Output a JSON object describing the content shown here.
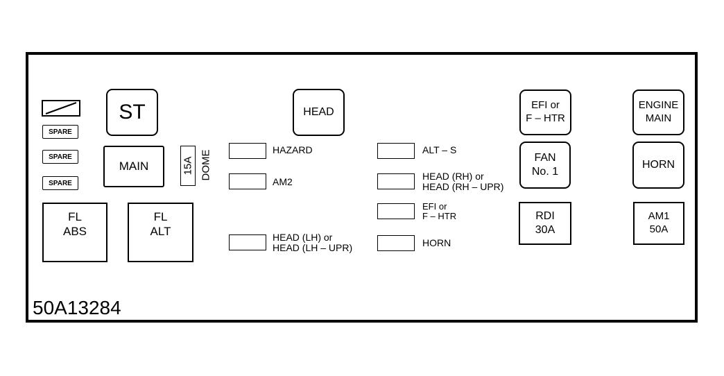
{
  "diagram_id": "50A13284",
  "relays": {
    "st": "ST",
    "main": "MAIN",
    "head": "HEAD",
    "efi_fhtr": "EFI or\nF – HTR",
    "fan_no1": "FAN\nNo. 1",
    "engine_main": "ENGINE\nMAIN",
    "horn": "HORN"
  },
  "fusible_links": {
    "fl_abs": "FL\nABS",
    "fl_alt": "FL\nALT",
    "rdi_30a": "RDI\n30A",
    "am1_50a": "AM1\n50A"
  },
  "spares": [
    "SPARE",
    "SPARE",
    "SPARE"
  ],
  "dome_fuse": {
    "rating": "15A",
    "name": "DOME"
  },
  "fuses_left": [
    "HAZARD",
    "AM2",
    "HEAD (LH) or\nHEAD (LH – UPR)"
  ],
  "fuses_right": [
    "ALT – S",
    "HEAD (RH) or\nHEAD (RH – UPR)",
    "EFI or\nF – HTR",
    "HORN"
  ]
}
